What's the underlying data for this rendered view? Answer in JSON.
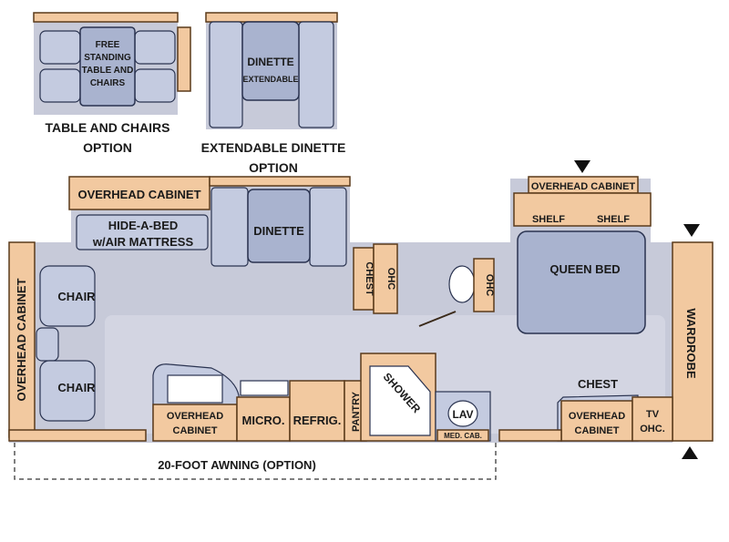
{
  "options": {
    "table_chairs_inset_text": [
      "FREE",
      "STANDING",
      "TABLE AND",
      "CHAIRS"
    ],
    "table_chairs_caption": [
      "TABLE AND CHAIRS",
      "OPTION"
    ],
    "dinette_inset_text": [
      "DINETTE",
      "EXTENDABLE"
    ],
    "dinette_caption": [
      "EXTENDABLE DINETTE",
      "OPTION"
    ]
  },
  "plan": {
    "overhead_cabinet_top": "OVERHEAD CABINET",
    "hide_a_bed": [
      "HIDE-A-BED",
      "w/AIR MATTRESS"
    ],
    "dinette": "DINETTE",
    "chest_left": "CHEST",
    "ohc_left": "OHC",
    "ohc_bath": "OHC",
    "overhead_cabinet_bedroom": "OVERHEAD CABINET",
    "shelf_left": "SHELF",
    "shelf_right": "SHELF",
    "queen_bed": "QUEEN BED",
    "wardrobe": "WARDROBE",
    "overhead_cabinet_left": "OVERHEAD CABINET",
    "chair_top": "CHAIR",
    "chair_bottom": "CHAIR",
    "overhead_cabinet_kitchen": [
      "OVERHEAD",
      "CABINET"
    ],
    "micro": "MICRO.",
    "refrig": "REFRIG.",
    "pantry": "PANTRY",
    "shower": "SHOWER",
    "lav": "LAV",
    "med_cab": "MED. CAB.",
    "chest_bedroom": "CHEST",
    "overhead_cabinet_bedroom_bottom": [
      "OVERHEAD",
      "CABINET"
    ],
    "tv_ohc": [
      "TV",
      "OHC."
    ],
    "awning": "20-FOOT AWNING (OPTION)"
  },
  "icons": {
    "triangle_down": "triangle-down-icon",
    "triangle_up": "triangle-up-icon"
  },
  "colors": {
    "wood": "#f2c9a0",
    "floor": "#c7cad9",
    "furniture": "#a9b3cf"
  }
}
